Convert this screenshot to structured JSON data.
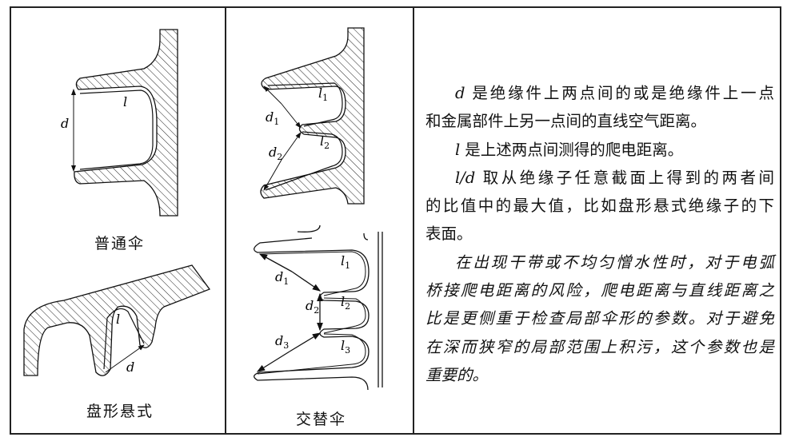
{
  "figures": {
    "ordinary_shed": {
      "caption": "普通伞",
      "labels": {
        "d": "d",
        "l": "l"
      }
    },
    "disc_suspension": {
      "caption": "盘形悬式",
      "labels": {
        "d": "d",
        "l": "l"
      }
    },
    "alternating_shed_top": {
      "labels": {
        "l1": {
          "b": "l",
          "s": "1"
        },
        "d1": {
          "b": "d",
          "s": "1"
        },
        "l2": {
          "b": "l",
          "s": "2"
        },
        "d2": {
          "b": "d",
          "s": "2"
        }
      }
    },
    "alternating_shed_bottom": {
      "caption": "交替伞",
      "labels": {
        "l1": {
          "b": "l",
          "s": "1"
        },
        "d1": {
          "b": "d",
          "s": "1"
        },
        "d2": {
          "b": "d",
          "s": "2"
        },
        "l2": {
          "b": "l",
          "s": "2"
        },
        "d3": {
          "b": "d",
          "s": "3"
        },
        "l3": {
          "b": "l",
          "s": "3"
        }
      }
    }
  },
  "description": {
    "p1": {
      "var": "d",
      "lines": [
        "是绝缘件上两点间的或是绝缘件上一点",
        "和金属部件上另一点间的直线空气距离。"
      ]
    },
    "p2": {
      "var": "l",
      "lines": [
        "是上述两点间测得的爬电距离。"
      ]
    },
    "p3": {
      "var": "l/d",
      "lines": [
        "取从绝缘子任意截面上得到的两者间",
        "的比值中的最大值，比如盘形悬式绝缘子的下",
        "表面。"
      ]
    },
    "p4": {
      "lines": [
        "在出现干带或不均匀憎水性时，对于电弧",
        "桥接爬电距离的风险，爬电距离与直线距离之",
        "比是更侧重于检查局部伞形的参数。对于避免",
        "在深而狭窄的局部范围上积污，这个参数也是",
        "重要的。"
      ]
    }
  }
}
